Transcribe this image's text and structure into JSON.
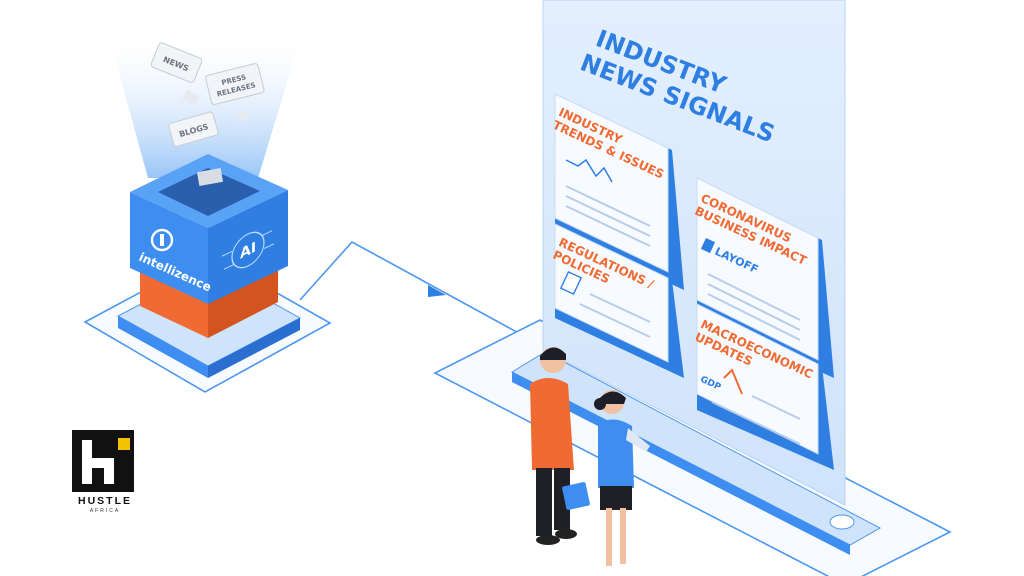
{
  "poster": {
    "title_line1": "INDUSTRY",
    "title_line2": "NEWS SIGNALS",
    "cards": [
      {
        "line1": "INDUSTRY",
        "line2": "TRENDS & ISSUES",
        "line3": ""
      },
      {
        "line1": "CORONAVIRUS",
        "line2": "BUSINESS IMPACT",
        "line3": ""
      },
      {
        "line1": "REGULATIONS /",
        "line2": "POLICIES",
        "line3": ""
      },
      {
        "line1": "MACROECONOMIC",
        "line2": "UPDATES",
        "line3": ""
      }
    ],
    "layoff_label": "LAYOFF",
    "gdp_label": "GDP"
  },
  "sources": {
    "news": "NEWS",
    "press_line1": "PRESS",
    "press_line2": "RELEASES",
    "blogs": "BLOGS"
  },
  "box": {
    "brand": "intellizence",
    "ai_label": "AI"
  },
  "logo": {
    "name": "HUSTLE",
    "sub": "AFRICA"
  },
  "colors": {
    "accent_blue": "#2f7fe3",
    "orange": "#f06a33",
    "box_blue": "#3d8ef0",
    "light_blue": "#dbeafb"
  }
}
